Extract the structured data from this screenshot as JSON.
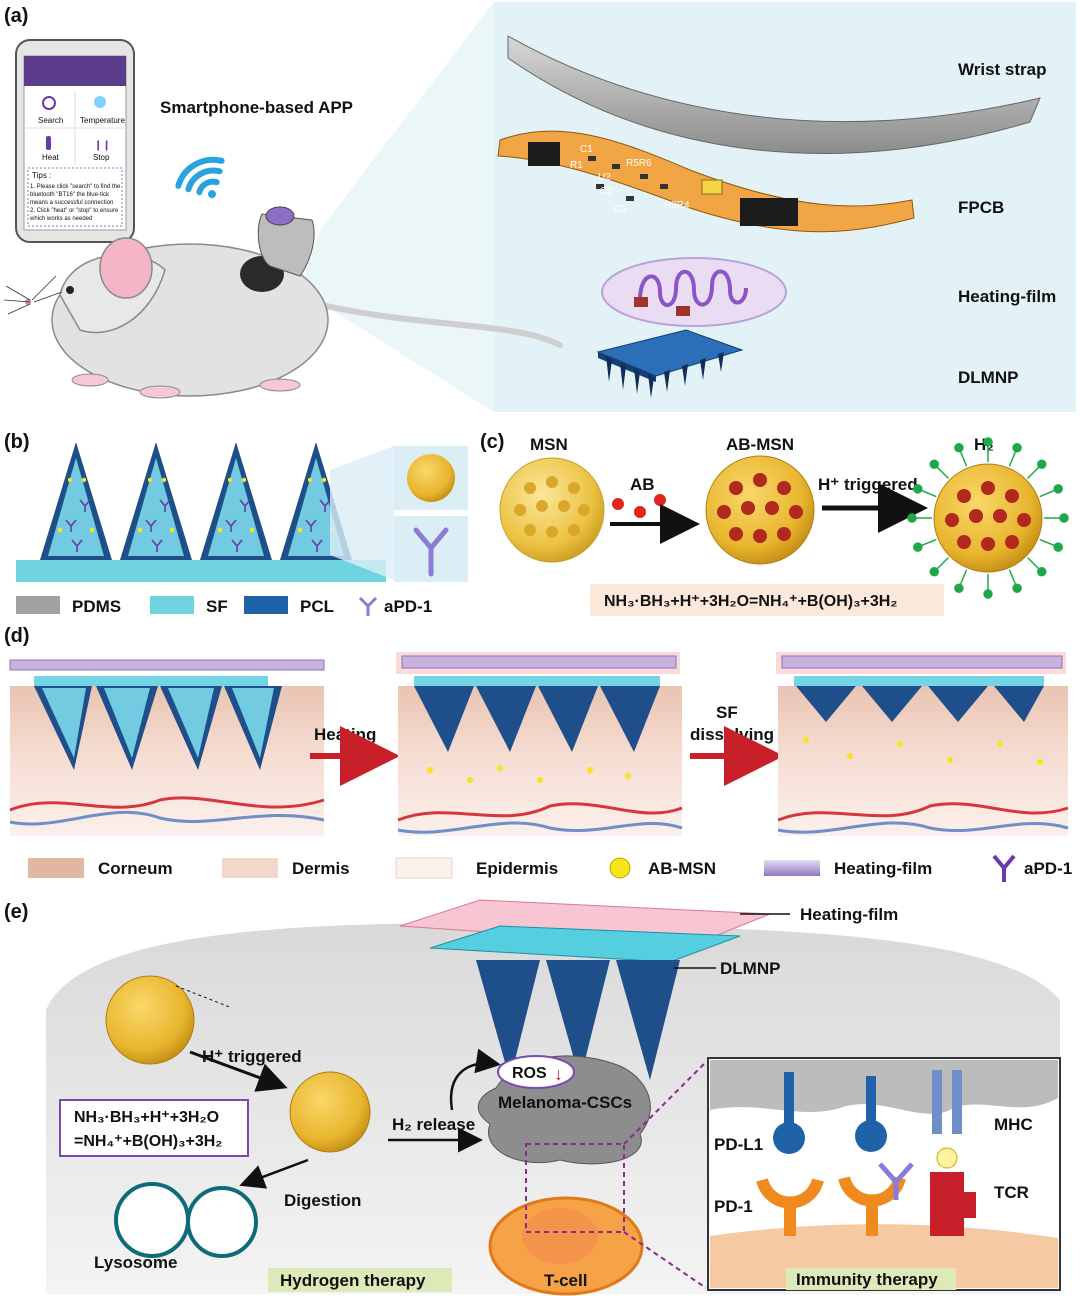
{
  "panels": {
    "a": "(a)",
    "b": "(b)",
    "c": "(c)",
    "d": "(d)",
    "e": "(e)"
  },
  "a": {
    "app_label": "Smartphone-based APP",
    "phone_buttons": [
      "Search",
      "Temperature",
      "Heat",
      "Stop"
    ],
    "phone_tips_title": "Tips :",
    "phone_tips": [
      "1. Please click \"search\" to find the",
      "bluetooth \"BT16\" the blue-tick",
      "means a successful connection",
      "2. Click \"heat\" or \"stop\" to ensure",
      "which works as needed"
    ],
    "pcb_marks": [
      "C1",
      "R1",
      "C2",
      "C3",
      "U2",
      "R5R6",
      "R3R4"
    ],
    "layers": {
      "strap": "Wrist strap",
      "fpcb": "FPCB",
      "heating": "Heating-film",
      "dlmnp": "DLMNP"
    }
  },
  "b": {
    "legend": {
      "pdms": "PDMS",
      "sf": "SF",
      "pcl": "PCL",
      "apd1": "aPD-1"
    }
  },
  "c": {
    "msn": "MSN",
    "ab": "AB",
    "ab_msn": "AB-MSN",
    "trigger": "H⁺ triggered",
    "h2": "H₂",
    "equation": "NH₃·BH₃+H⁺+3H₂O=NH₄⁺+B(OH)₃+3H₂"
  },
  "d": {
    "step1": "Heating",
    "step2a": "SF",
    "step2b": "dissolving",
    "legend": {
      "corneum": "Corneum",
      "dermis": "Dermis",
      "epidermis": "Epidermis",
      "ab_msn": "AB-MSN",
      "heating": "Heating-film",
      "apd1": "aPD-1"
    }
  },
  "e": {
    "heating_film": "Heating-film",
    "dlmnp": "DLMNP",
    "trigger": "H⁺ triggered",
    "eq_line1": "NH₃·BH₃+H⁺+3H₂O",
    "eq_line2": "=NH₄⁺+B(OH)₃+3H₂",
    "ros": "ROS",
    "ros_arrow": "↓",
    "csc": "Melanoma-CSCs",
    "h2_release": "H₂ release",
    "digestion": "Digestion",
    "lysosome": "Lysosome",
    "tcell": "T-cell",
    "pdl1": "PD-L1",
    "pd1": "PD-1",
    "mhc": "MHC",
    "tcr": "TCR",
    "hydrogen_therapy": "Hydrogen therapy",
    "immunity_therapy": "Immunity therapy"
  },
  "colors": {
    "sf": "#6fd3e0",
    "pcl": "#1f62a8",
    "pdms": "#9a9a9a",
    "apd1": "#6a3aa8",
    "ab_msn": "#f5e51a",
    "heating": "#b49ad6",
    "red_arrow": "#c8202a",
    "msn": "#f2c94c",
    "pore": "#c0392b"
  }
}
